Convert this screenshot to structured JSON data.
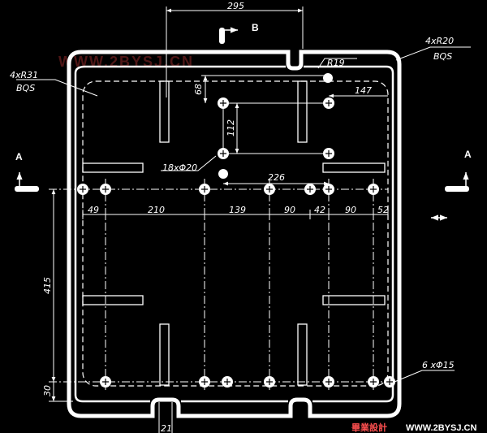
{
  "view_labels": {
    "b": "B",
    "a_left": "A",
    "a_right": "A"
  },
  "watermark": "WWW.2BYSJ.CN",
  "footer": {
    "cn": "畢業設計",
    "url": "WWW.2BYSJ.CN"
  },
  "annotations": {
    "r31": "4xR31",
    "r31_sub": "BQS",
    "r20": "4xR20",
    "r20_sub": "BQS",
    "r19": "R19",
    "holes18": "18xΦ20",
    "holes6": "6 xΦ15"
  },
  "dimensions": {
    "d295": "295",
    "d147": "147",
    "d68": "68",
    "d112": "112",
    "d226": "226",
    "d49": "49",
    "d210": "210",
    "d139": "139",
    "d90a": "90",
    "d42": "42",
    "d90b": "90",
    "d52": "52",
    "d415": "415",
    "d30": "30",
    "d21": "21"
  },
  "colors": {
    "line": "#ffffff",
    "watermark": "#b03030",
    "footer_accent": "#ff5050"
  }
}
